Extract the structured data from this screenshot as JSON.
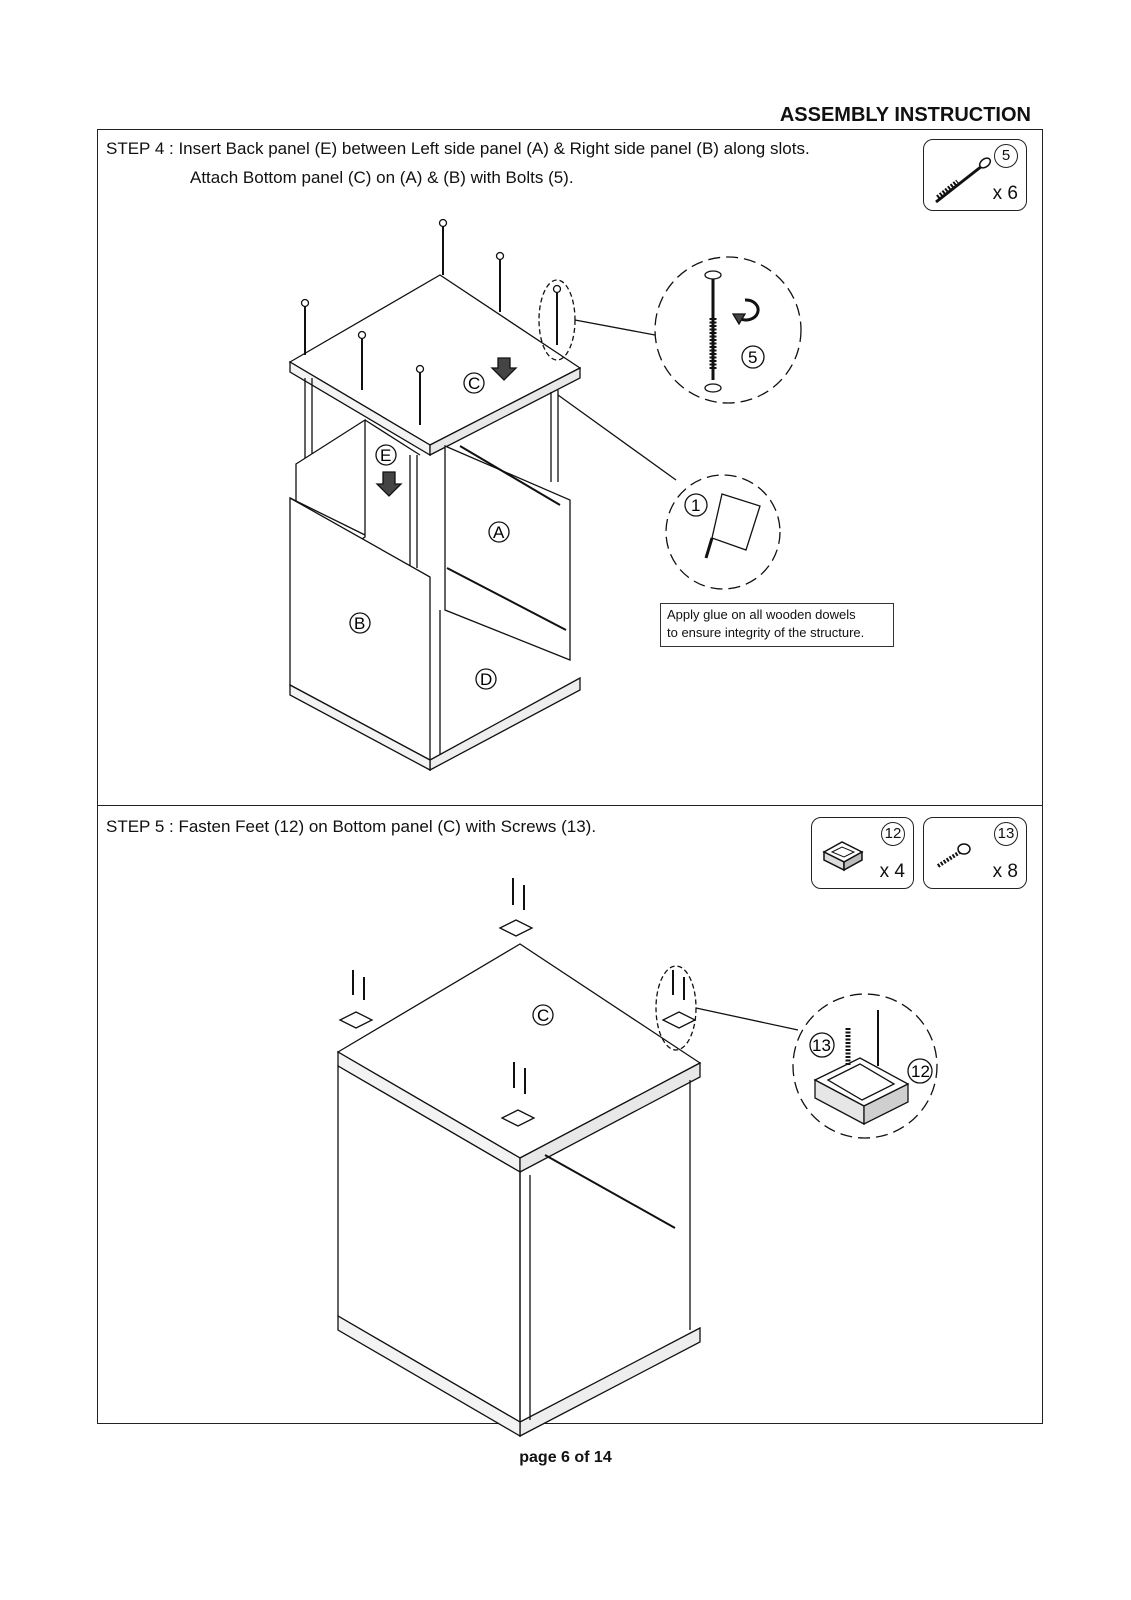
{
  "header": {
    "title": "ASSEMBLY INSTRUCTION"
  },
  "step4": {
    "line1": "STEP 4 : Insert Back panel (E) between Left side panel (A) & Right side panel (B) along slots.",
    "line2": "Attach Bottom panel (C) on (A) & (B) with Bolts (5).",
    "parts": [
      {
        "number": "5",
        "quantity": "x 6",
        "icon": "bolt-icon"
      }
    ],
    "panel_labels": {
      "a": "A",
      "b": "B",
      "c": "C",
      "d": "D",
      "e": "E"
    },
    "callouts": {
      "bolt": "5",
      "dowel": "1"
    },
    "note": {
      "line1": "Apply glue on all wooden dowels",
      "line2": "to ensure integrity of the structure."
    }
  },
  "step5": {
    "line1": "STEP 5 : Fasten Feet (12) on Bottom panel (C) with Screws (13).",
    "parts": [
      {
        "number": "12",
        "quantity": "x 4",
        "icon": "foot-icon"
      },
      {
        "number": "13",
        "quantity": "x 8",
        "icon": "screw-icon"
      }
    ],
    "panel_labels": {
      "c": "C"
    },
    "callouts": {
      "screw": "13",
      "foot": "12"
    }
  },
  "footer": {
    "page": "page 6 of 14"
  }
}
